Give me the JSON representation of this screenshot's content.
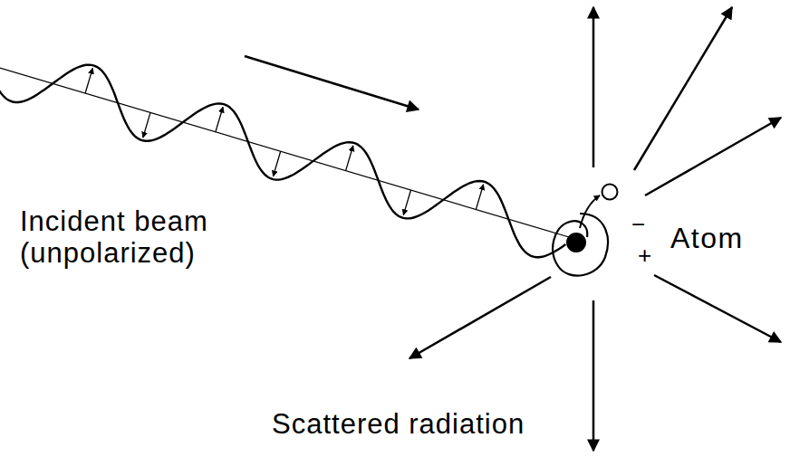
{
  "diagram": {
    "labels": [
      "Incident beam (unpolarized)",
      "−",
      "Atom",
      "+",
      "Scattered radiation"
    ]
  }
}
